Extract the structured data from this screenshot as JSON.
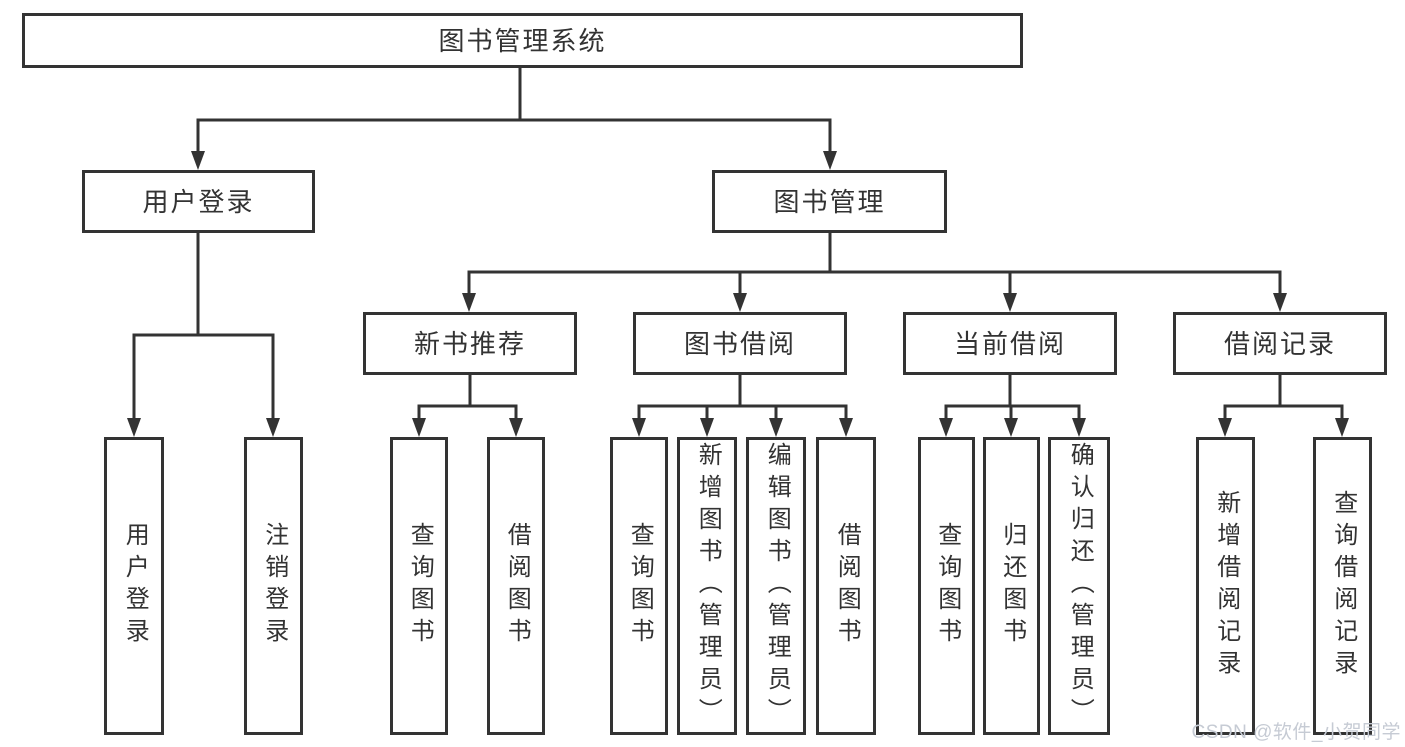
{
  "tree": {
    "label": "图书管理系统",
    "children": [
      {
        "label": "用户登录",
        "children": [
          {
            "label": "用户登录"
          },
          {
            "label": "注销登录"
          }
        ]
      },
      {
        "label": "图书管理",
        "children": [
          {
            "label": "新书推荐",
            "children": [
              {
                "label": "查询图书"
              },
              {
                "label": "借阅图书"
              }
            ]
          },
          {
            "label": "图书借阅",
            "children": [
              {
                "label": "查询图书"
              },
              {
                "label": "新增图书（管理员）"
              },
              {
                "label": "编辑图书（管理员）"
              },
              {
                "label": "借阅图书"
              }
            ]
          },
          {
            "label": "当前借阅",
            "children": [
              {
                "label": "查询图书"
              },
              {
                "label": "归还图书"
              },
              {
                "label": "确认归还（管理员）"
              }
            ]
          },
          {
            "label": "借阅记录",
            "children": [
              {
                "label": "新增借阅记录"
              },
              {
                "label": "查询借阅记录"
              }
            ]
          }
        ]
      }
    ]
  },
  "watermark": {
    "text": "CSDN @软件_小贺同学"
  },
  "colors": {
    "line": "#333333",
    "text": "#333333",
    "background": "#ffffff",
    "watermark": "#c6cbd4"
  }
}
